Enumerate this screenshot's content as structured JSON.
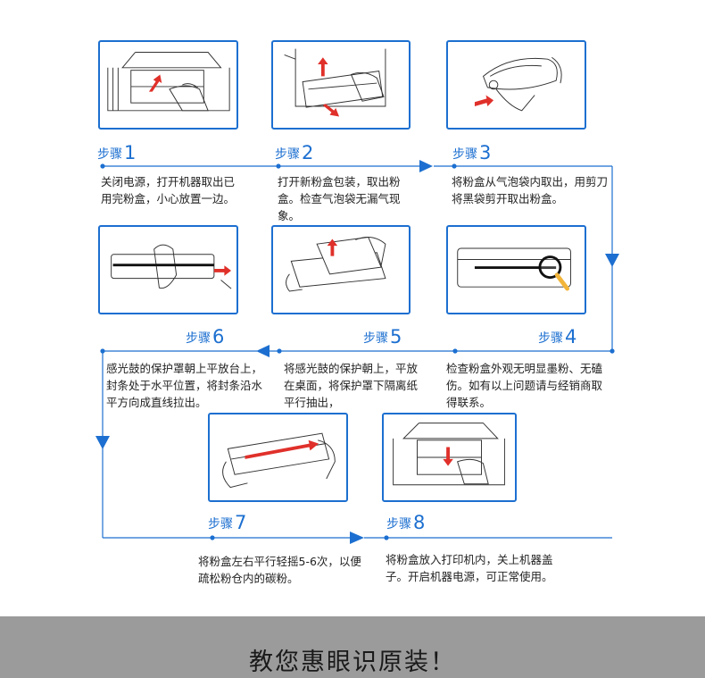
{
  "steps": [
    {
      "label": "步骤",
      "num": "1",
      "desc": "关闭电源，打开机器取出已用完粉盒，小心放置一边。"
    },
    {
      "label": "步骤",
      "num": "2",
      "desc": "打开新粉盒包装，取出粉盒。检查气泡袋无漏气现象。"
    },
    {
      "label": "步骤",
      "num": "3",
      "desc": "将粉盒从气泡袋内取出，用剪刀将黑袋剪开取出粉盒。"
    },
    {
      "label": "步骤",
      "num": "4",
      "desc": "检查粉盒外观无明显墨粉、无磕伤。如有以上问题请与经销商取得联系。"
    },
    {
      "label": "步骤",
      "num": "5",
      "desc": "将感光鼓的保护朝上，平放在桌面，将保护罩下隔离纸平行抽出，"
    },
    {
      "label": "步骤",
      "num": "6",
      "desc": "感光鼓的保护罩朝上平放台上，封条处于水平位置，将封条沿水平方向成直线拉出。"
    },
    {
      "label": "步骤",
      "num": "7",
      "desc": "将粉盒左右平行轻摇5-6次，以便疏松粉仓内的碳粉。"
    },
    {
      "label": "步骤",
      "num": "8",
      "desc": "将粉盒放入打印机内，关上机器盖子。开启机器电源，可正常使用。"
    }
  ],
  "footer": {
    "title": "教您惠眼识原装！"
  },
  "colors": {
    "accent": "#1c6fd0",
    "arrow_red": "#e0302a",
    "footer_bg": "#9b9b9b"
  }
}
